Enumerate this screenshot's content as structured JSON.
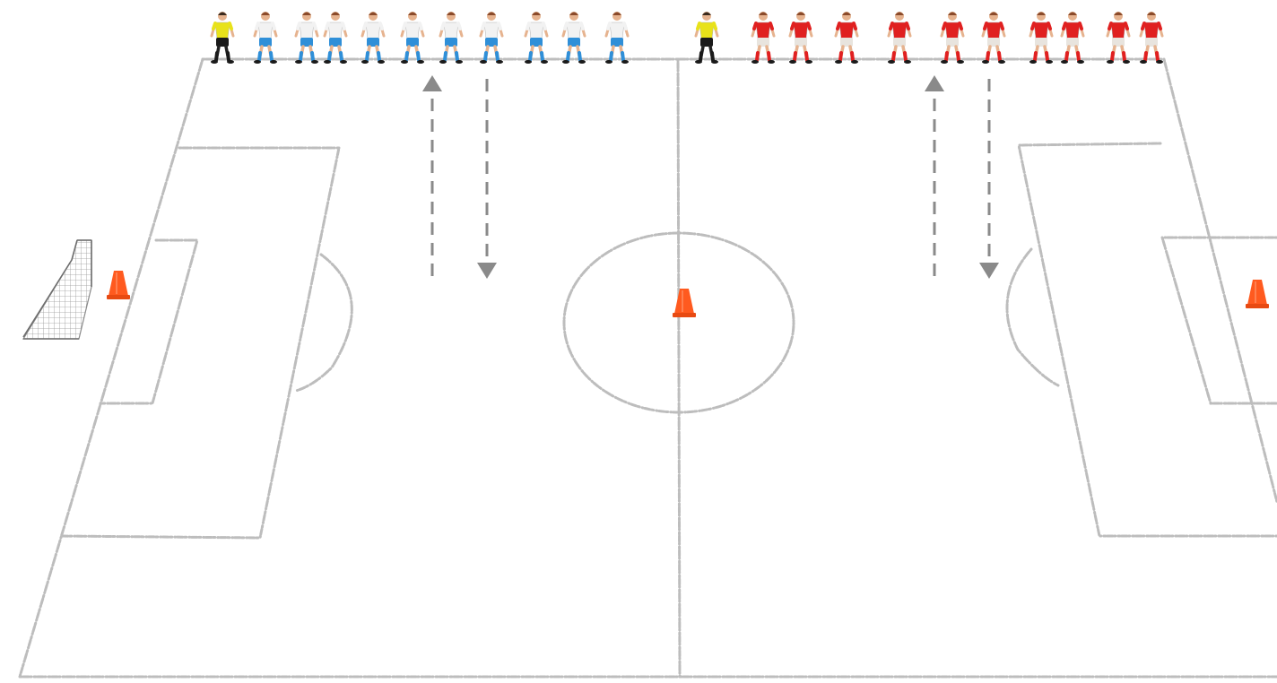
{
  "colors": {
    "background": "#ffffff",
    "pitch_lines": "#bdbdbd",
    "arrows": "#8a8a8a",
    "cone": "#ff5a1f",
    "referee_shirt": "#e8e21a",
    "blue_team_shirt": "#f2f2f2",
    "blue_team_shorts": "#2f8fd8",
    "red_team_shirt": "#e02020",
    "red_team_shorts": "#e8e4de"
  },
  "teams": [
    {
      "name": "blue",
      "shirt": "#f2f2f2",
      "shorts": "#2f8fd8",
      "socks": "#2f8fd8",
      "count": 10
    },
    {
      "name": "red",
      "shirt": "#e02020",
      "shorts": "#e8e4de",
      "socks": "#e02020",
      "count": 10
    }
  ],
  "referees": 2,
  "cones": 3,
  "goals": 1,
  "arrows": 4,
  "icons": {
    "player": "player-icon",
    "referee": "referee-icon",
    "cone": "cone-icon",
    "goal": "goal-net-icon",
    "arrow_up": "arrow-up-icon",
    "arrow_down": "arrow-down-icon"
  }
}
